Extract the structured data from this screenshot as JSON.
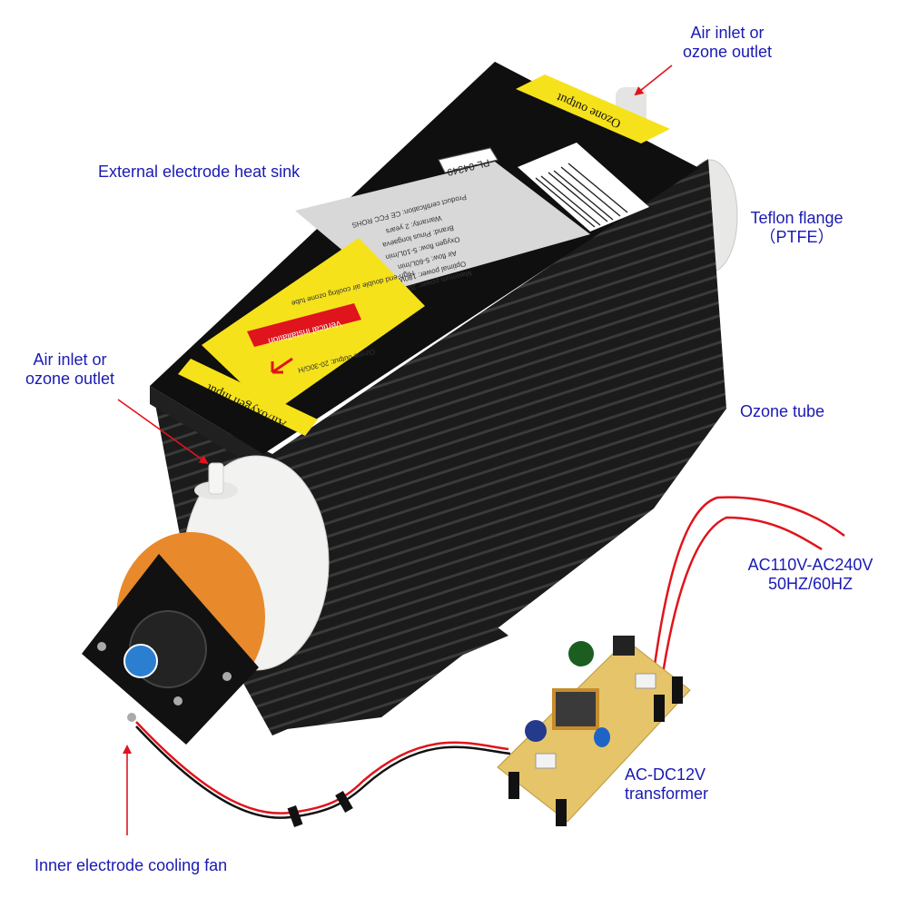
{
  "labels": {
    "top_inlet": {
      "line1": "Air inlet or",
      "line2": "ozone outlet"
    },
    "left_inlet": {
      "line1": "Air inlet or",
      "line2": "ozone outlet"
    },
    "heat_sink": "External electrode heat sink",
    "teflon": {
      "line1": "Teflon flange",
      "line2": "（PTFE）"
    },
    "ozone_tube": "Ozone tube",
    "ac_input": {
      "line1": "AC110V-AC240V",
      "line2": "50HZ/60HZ"
    },
    "transformer": {
      "line1": "AC-DC12V",
      "line2": "transformer"
    },
    "cooling_fan": "Inner electrode cooling fan"
  },
  "device_text": {
    "ozone_output_sticker": "Ozone output",
    "air_input_sticker": "Air/oxygen input",
    "model_tag": "PL-04349",
    "vertical_installation": "Vertical installation",
    "certification": "Product certification: CE FCC ROHS",
    "warranty": "Warranty: 2 years",
    "brand": "Brand: Pinus longaeva",
    "oxygen_flow": "Oxygen flow: 5-10L/min",
    "air_flow": "Air flow: 5-60L/min",
    "max_power": "Maximum power: 200W",
    "optimal_power": "Optimal power: 180W",
    "ozone_output": "Ozone output: 20-30G/H",
    "product_line": "High-end double air cooling ozone tube"
  },
  "colors": {
    "label_blue": "#1a1ab4",
    "arrow_red": "#e0141c",
    "sticker_yellow": "#f6e21a",
    "heatsink_black": "#141414",
    "ptfe_white": "#f2f2f0",
    "gasket_orange": "#e8892c",
    "pcb_yellow": "#e6c46a"
  }
}
